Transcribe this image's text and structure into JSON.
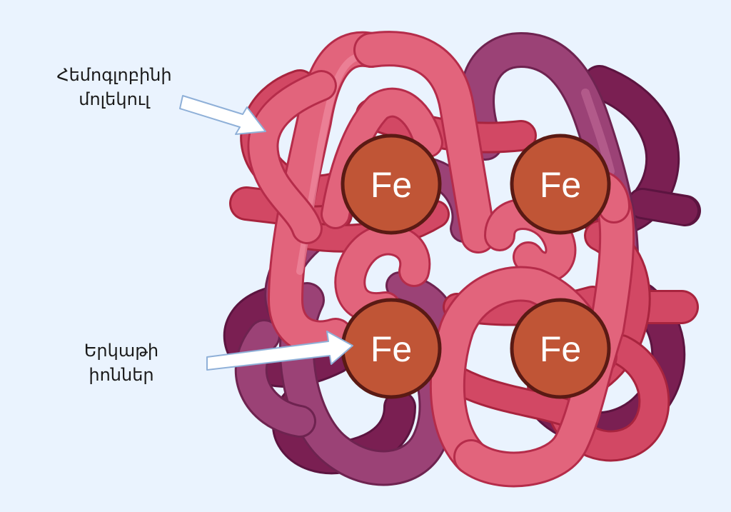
{
  "labels": {
    "hemoglobin_line1": "Հեմոգլոբինի",
    "hemoglobin_line2": "մոլեկուլ",
    "iron_line1": "Երկաթի",
    "iron_line2": "իոններ"
  },
  "iron_symbol": "Fe",
  "colors": {
    "background": "#eaf3fe",
    "chain_light": "#e2647c",
    "chain_mid": "#d24864",
    "chain_purple": "#9b4276",
    "chain_dark": "#7a1f52",
    "iron": "#c05536",
    "arrow_fill": "#ffffff",
    "arrow_stroke": "#8fb0d8"
  }
}
